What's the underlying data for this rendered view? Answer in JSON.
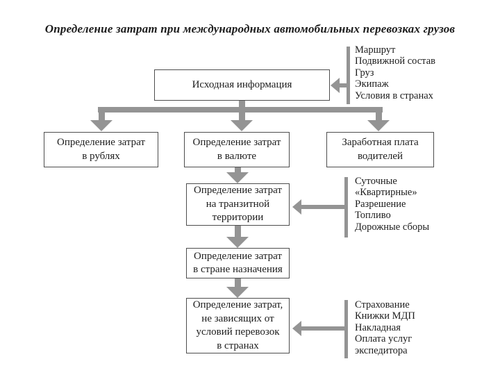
{
  "title": "Определение затрат при международных автомобильных перевозках грузов",
  "colors": {
    "arrow": "#949494",
    "border": "#4d4d4d",
    "text": "#1c1c1c",
    "background": "#ffffff"
  },
  "boxes": {
    "source": {
      "label": "Исходная информация"
    },
    "rubles": {
      "label": "Определение затрат\nв рублях"
    },
    "currency": {
      "label": "Определение затрат\nв валюте"
    },
    "wages": {
      "label": "Заработная плата\nводителей"
    },
    "transit": {
      "label": "Определение затрат\nна транзитной\nтерритории"
    },
    "destination": {
      "label": "Определение затрат\nв стране назначения"
    },
    "independent": {
      "label": "Определение затрат,\nне зависящих от\nусловий перевозок\nв странах"
    }
  },
  "side_lists": {
    "inputs": {
      "items": [
        "Маршрут",
        "Подвижной состав",
        "Груз",
        "Экипаж",
        "Условия в странах"
      ]
    },
    "transit": {
      "items": [
        "Суточные",
        "«Квартирные»",
        "Разрешение",
        "Топливо",
        "Дорожные сборы"
      ]
    },
    "independent": {
      "items": [
        "Страхование",
        "Книжки МДП",
        "Накладная",
        "Оплата услуг экспедитора"
      ]
    }
  }
}
